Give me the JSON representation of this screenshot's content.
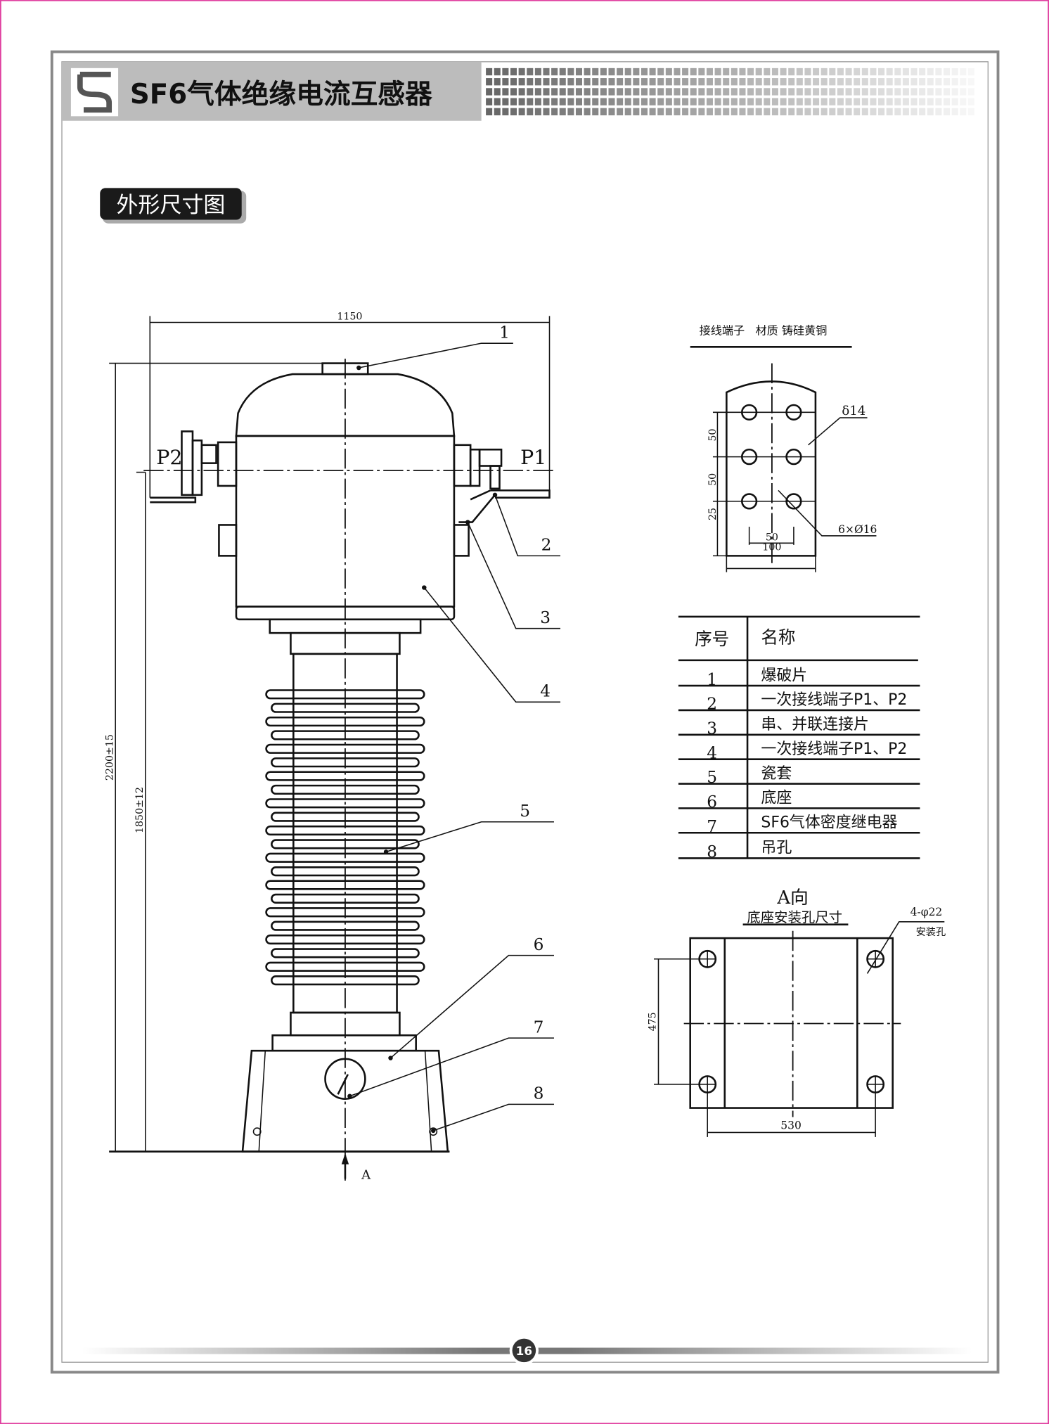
{
  "header": {
    "title": "SF6气体绝缘电流互感器",
    "section": "外形尺寸图"
  },
  "drawing": {
    "dim_width": "1150",
    "dim_height_total": "2200±15",
    "dim_height_center": "1850±12",
    "terminal_left": "P2",
    "terminal_right": "P1",
    "view_marker": "A",
    "callouts": [
      "1",
      "2",
      "3",
      "4",
      "5",
      "6",
      "7",
      "8"
    ]
  },
  "terminal_detail": {
    "title": "接线端子   材质 铸硅黄铜",
    "thickness": "δ14",
    "holes": "6×Ø16",
    "dim_50a": "50",
    "dim_50b": "50",
    "dim_25": "25",
    "dim_50h": "50",
    "dim_100": "100"
  },
  "parts_table": {
    "headers": [
      "序号",
      "名称"
    ],
    "rows": [
      {
        "no": "1",
        "name": "爆破片"
      },
      {
        "no": "2",
        "name": "一次接线端子P1、P2"
      },
      {
        "no": "3",
        "name": "串、并联连接片"
      },
      {
        "no": "4",
        "name": "一次接线端子P1、P2"
      },
      {
        "no": "5",
        "name": "瓷套"
      },
      {
        "no": "6",
        "name": "底座"
      },
      {
        "no": "7",
        "name": "SF6气体密度继电器"
      },
      {
        "no": "8",
        "name": "吊孔"
      }
    ]
  },
  "base_view": {
    "title": "A向",
    "subtitle": "底座安装孔尺寸",
    "holes": "4-φ22",
    "holes_label": "安装孔",
    "dim_475": "475",
    "dim_530": "530"
  },
  "footer": {
    "page": "16"
  },
  "colors": {
    "page_border": "#e040a0",
    "frame": "#888888",
    "header_band": "#bcbcbc",
    "badge": "#1a1a1a"
  }
}
